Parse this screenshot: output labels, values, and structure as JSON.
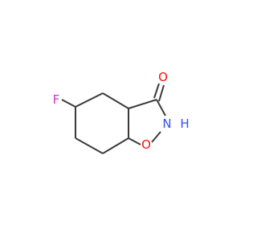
{
  "molecule": {
    "atoms": {
      "fluorine": {
        "label": "F",
        "color": "#cc33cc"
      },
      "oxygen_carbonyl": {
        "label": "O",
        "color": "#ff0d0d"
      },
      "nitrogen": {
        "label": "N",
        "color": "#3050f8"
      },
      "hydrogen": {
        "label": "H",
        "color": "#3050f8"
      },
      "oxygen_ring": {
        "label": "O",
        "color": "#ff0d0d"
      }
    },
    "bond_color": "#3a3a3a"
  }
}
